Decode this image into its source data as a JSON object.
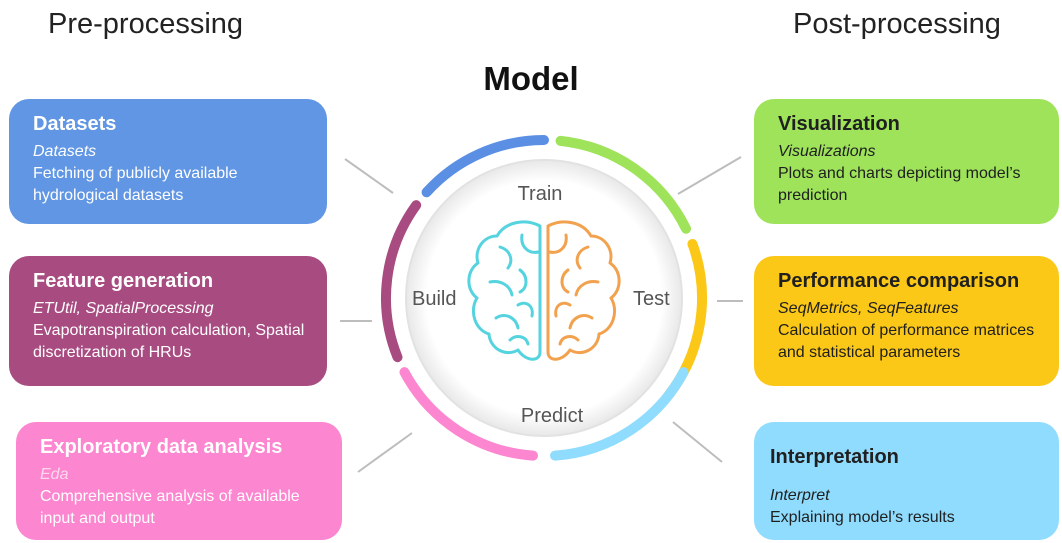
{
  "headings": {
    "pre": "Pre-processing",
    "post": "Post-processing",
    "model": "Model"
  },
  "wheel": {
    "labels": {
      "train": "Train",
      "test": "Test",
      "predict": "Predict",
      "build": "Build"
    },
    "colors": {
      "datasets": "#5b8fe3",
      "visualization": "#9ee35a",
      "performance": "#fbc817",
      "interpretation": "#8fdcff",
      "eda": "#fc86cf",
      "features": "#a74b80",
      "brain_left": "#55d3df",
      "brain_right": "#f2a24e"
    }
  },
  "cards": {
    "datasets": {
      "title": "Datasets",
      "sub": "Datasets",
      "desc": "Fetching of publicly available hydrological datasets"
    },
    "features": {
      "title": "Feature generation",
      "sub": "ETUtil, SpatialProcessing",
      "desc": "Evapotranspiration calculation, Spatial discretization of HRUs"
    },
    "eda": {
      "title": "Exploratory data analysis",
      "sub": "Eda",
      "desc": "Comprehensive analysis of available input and output"
    },
    "visualization": {
      "title": "Visualization",
      "sub": "Visualizations",
      "desc": "Plots and charts depicting model’s prediction"
    },
    "performance": {
      "title": "Performance comparison",
      "sub": "SeqMetrics, SeqFeatures",
      "desc": "Calculation of performance matrices and statistical parameters"
    },
    "interpretation": {
      "title": "Interpretation",
      "sub": "Interpret",
      "desc": "Explaining model’s results"
    }
  }
}
